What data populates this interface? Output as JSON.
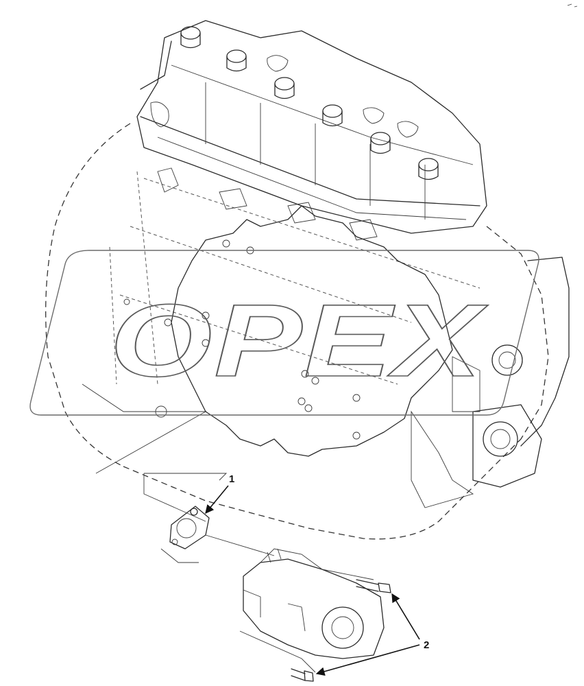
{
  "diagram": {
    "callouts": [
      {
        "id": "1",
        "label": "1"
      },
      {
        "id": "2",
        "label": "2"
      }
    ]
  },
  "watermark": {
    "text": "OPEX"
  },
  "colors": {
    "line": "#2a2a2a",
    "background": "#ffffff",
    "watermark": "#5a5a5a"
  }
}
